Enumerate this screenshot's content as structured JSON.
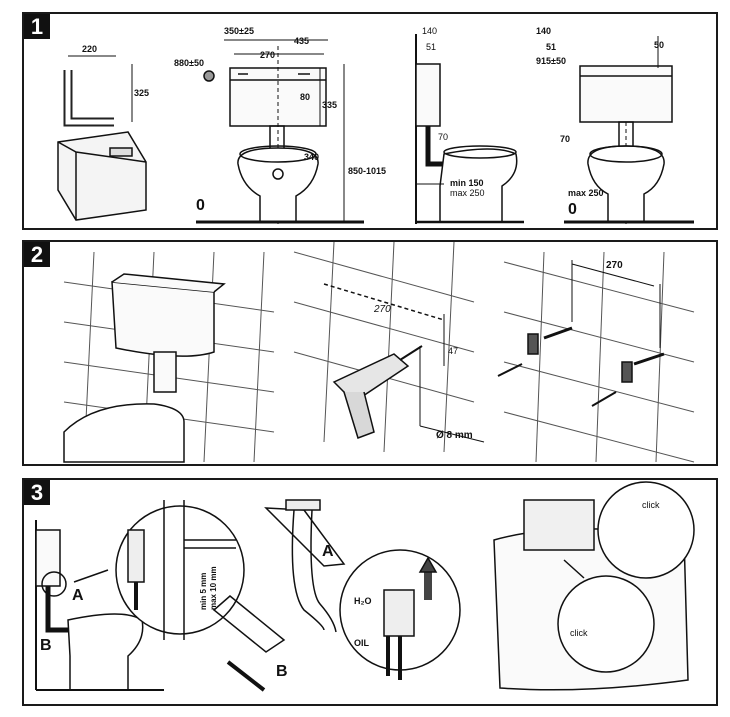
{
  "panels": [
    {
      "number": "1"
    },
    {
      "number": "2"
    },
    {
      "number": "3"
    }
  ],
  "step1": {
    "tank_width": "220",
    "tank_height": "325",
    "rough_in": "350±25",
    "top_width": "435",
    "mount_spacing": "270",
    "inlet_height": "880±50",
    "cap_height": "80",
    "tank_body_height": "335",
    "outlet_height": "340",
    "floor_to_top": "850-1015",
    "floor": "0",
    "side_depth": "140",
    "side_depth2": "51",
    "pipe_offset": "70",
    "pipe_min": "min 150",
    "pipe_max": "max 250",
    "right_depth": "140",
    "right_depth2": "51",
    "right_inlet": "915±50",
    "right_top": "50",
    "right_offset": "70",
    "right_max": "max 250",
    "right_floor": "0"
  },
  "step2": {
    "hole_spacing": "270",
    "hole_spacing_italic": "270",
    "hole_offset": "47",
    "drill_size": "Ø 8 mm"
  },
  "step3": {
    "label_a1": "A",
    "label_b1": "B",
    "label_a2": "A",
    "label_b2": "B",
    "insert_depth": "min 5 mm",
    "insert_depth_max": "max 10 mm",
    "h2o": "H₂O",
    "oil": "OIL",
    "click1": "click",
    "click2": "click"
  }
}
